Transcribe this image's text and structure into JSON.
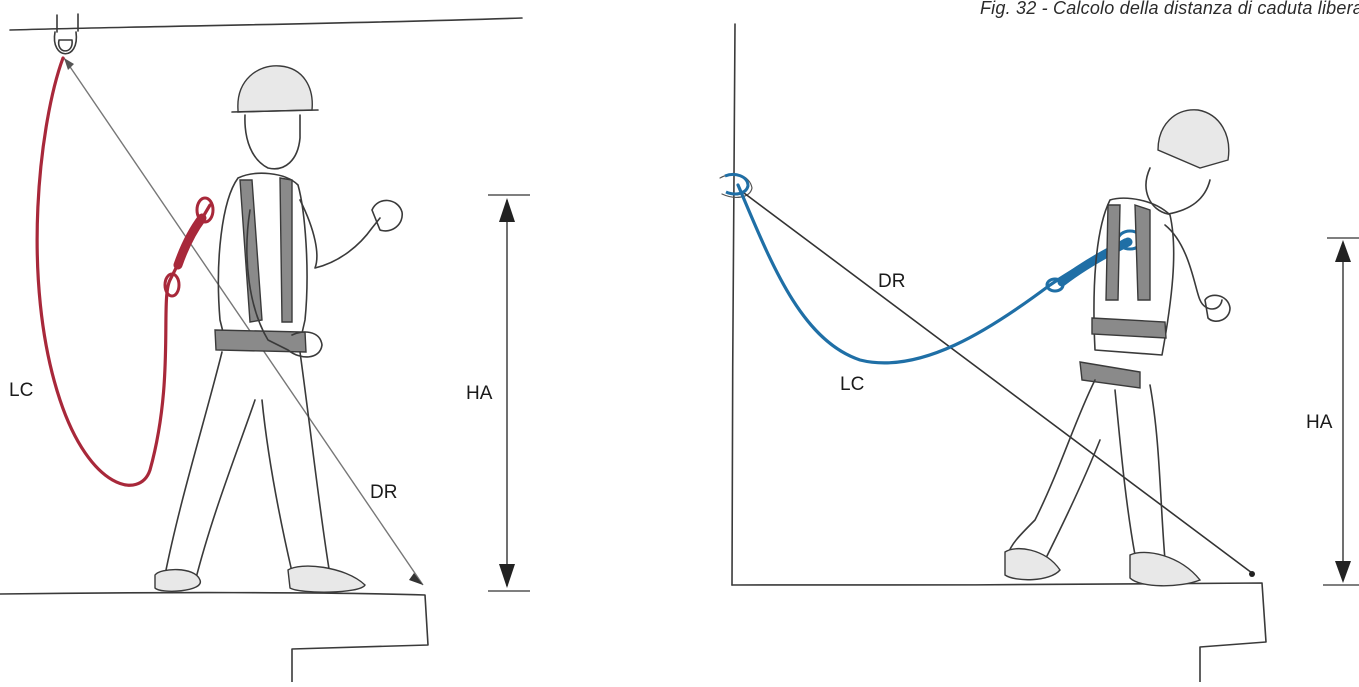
{
  "caption": "Fig. 32 - Calcolo della distanza di caduta libera",
  "left_figure": {
    "lanyard_label": "LC",
    "rope_distance_label": "DR",
    "height_label": "HA",
    "lanyard_color": "#a8283a"
  },
  "right_figure": {
    "lanyard_label": "LC",
    "rope_distance_label": "DR",
    "height_label": "HA",
    "lanyard_color": "#1f6fa6"
  }
}
